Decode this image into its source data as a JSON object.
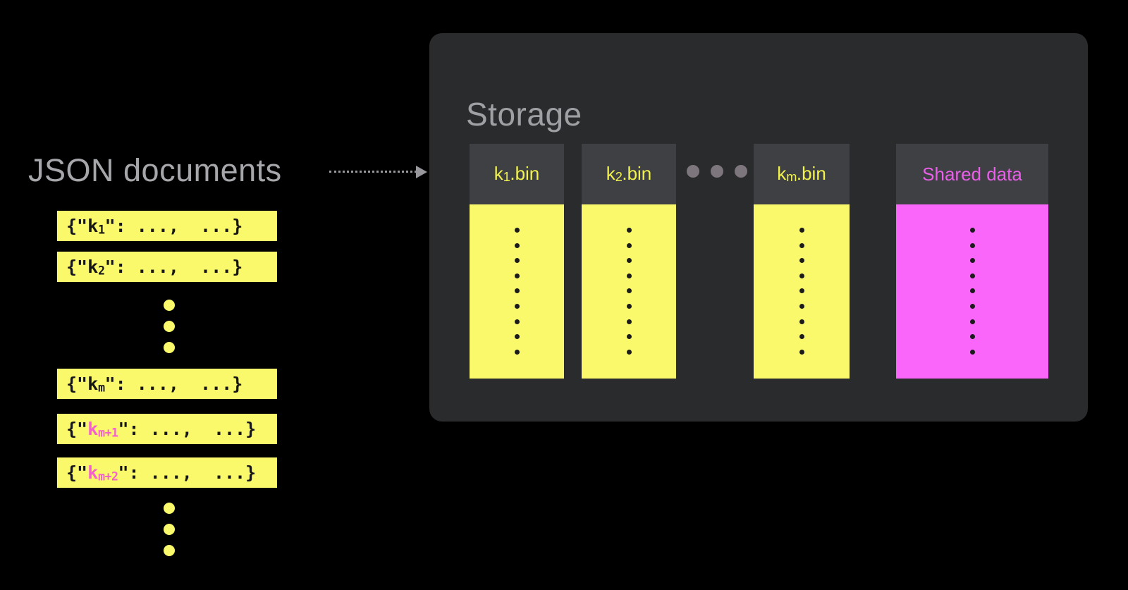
{
  "colors": {
    "background": "#000000",
    "panel": "#2a2b2d",
    "column_header": "#3f4043",
    "yellow_fill": "#f9f96b",
    "magenta_fill": "#fa66fa",
    "yellow_label_text": "#f2f24e",
    "magenta_label_text": "#e95fe9",
    "accent_pink_text": "#f75fd0",
    "title_gray": "#a6a7aa",
    "arrow_gray": "#98989c",
    "dot_black": "#1b1b1b"
  },
  "left_panel": {
    "title": "JSON documents",
    "documents": [
      {
        "segments": [
          {
            "t": "{\"k"
          },
          {
            "t": "1",
            "sub": true
          },
          {
            "t": "\": ...,  ...}"
          }
        ]
      },
      {
        "segments": [
          {
            "t": "{\"k"
          },
          {
            "t": "2",
            "sub": true
          },
          {
            "t": "\": ...,  ...}"
          }
        ]
      },
      {
        "segments": [
          {
            "t": "{\"k"
          },
          {
            "t": "m",
            "sub": true
          },
          {
            "t": "\": ...,  ...}"
          }
        ]
      },
      {
        "segments": [
          {
            "t": "{\""
          },
          {
            "t": "k",
            "accent": true
          },
          {
            "t": "m+1",
            "sub": true,
            "accent": true
          },
          {
            "t": "\": ...,  ...}"
          }
        ]
      },
      {
        "segments": [
          {
            "t": "{\""
          },
          {
            "t": "k",
            "accent": true
          },
          {
            "t": "m+2",
            "sub": true,
            "accent": true
          },
          {
            "t": "\": ...,  ...}"
          }
        ]
      }
    ],
    "ellipsis_groups": [
      {
        "dot_count": 3
      },
      {
        "dot_count": 3
      }
    ]
  },
  "arrow": {
    "style": "dotted",
    "direction": "right"
  },
  "storage": {
    "title": "Storage",
    "columns": [
      {
        "label_segments": [
          {
            "t": "k"
          },
          {
            "t": "1",
            "sub": true
          },
          {
            "t": ".bin"
          }
        ],
        "variant": "yellow",
        "dot_count": 9
      },
      {
        "label_segments": [
          {
            "t": "k"
          },
          {
            "t": "2",
            "sub": true
          },
          {
            "t": ".bin"
          }
        ],
        "variant": "yellow",
        "dot_count": 9
      },
      {
        "label_segments": [
          {
            "t": "k"
          },
          {
            "t": "m",
            "sub": true
          },
          {
            "t": ".bin"
          }
        ],
        "variant": "yellow",
        "dot_count": 9
      },
      {
        "label_segments": [
          {
            "t": "Shared data"
          }
        ],
        "variant": "magenta",
        "dot_count": 9
      }
    ],
    "header_ellipsis_dot_count": 3
  }
}
